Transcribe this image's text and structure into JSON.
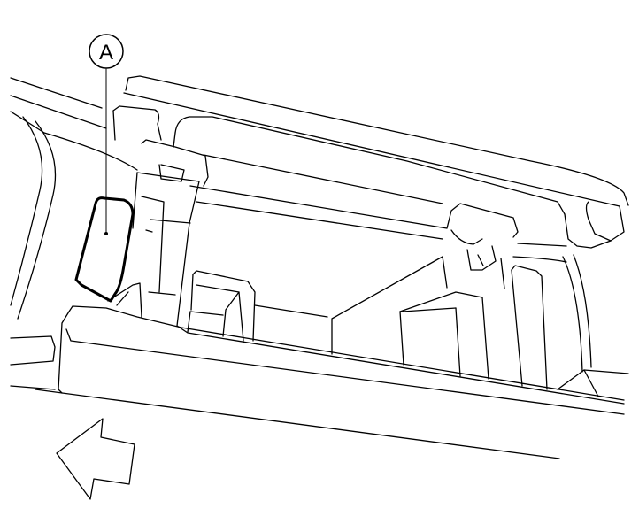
{
  "callouts": [
    {
      "id": "A",
      "label": "A"
    }
  ],
  "direction_arrow": {
    "direction": "left-front",
    "icon": "direction-arrow-icon"
  },
  "colors": {
    "line": "#000000",
    "background": "#ffffff"
  }
}
